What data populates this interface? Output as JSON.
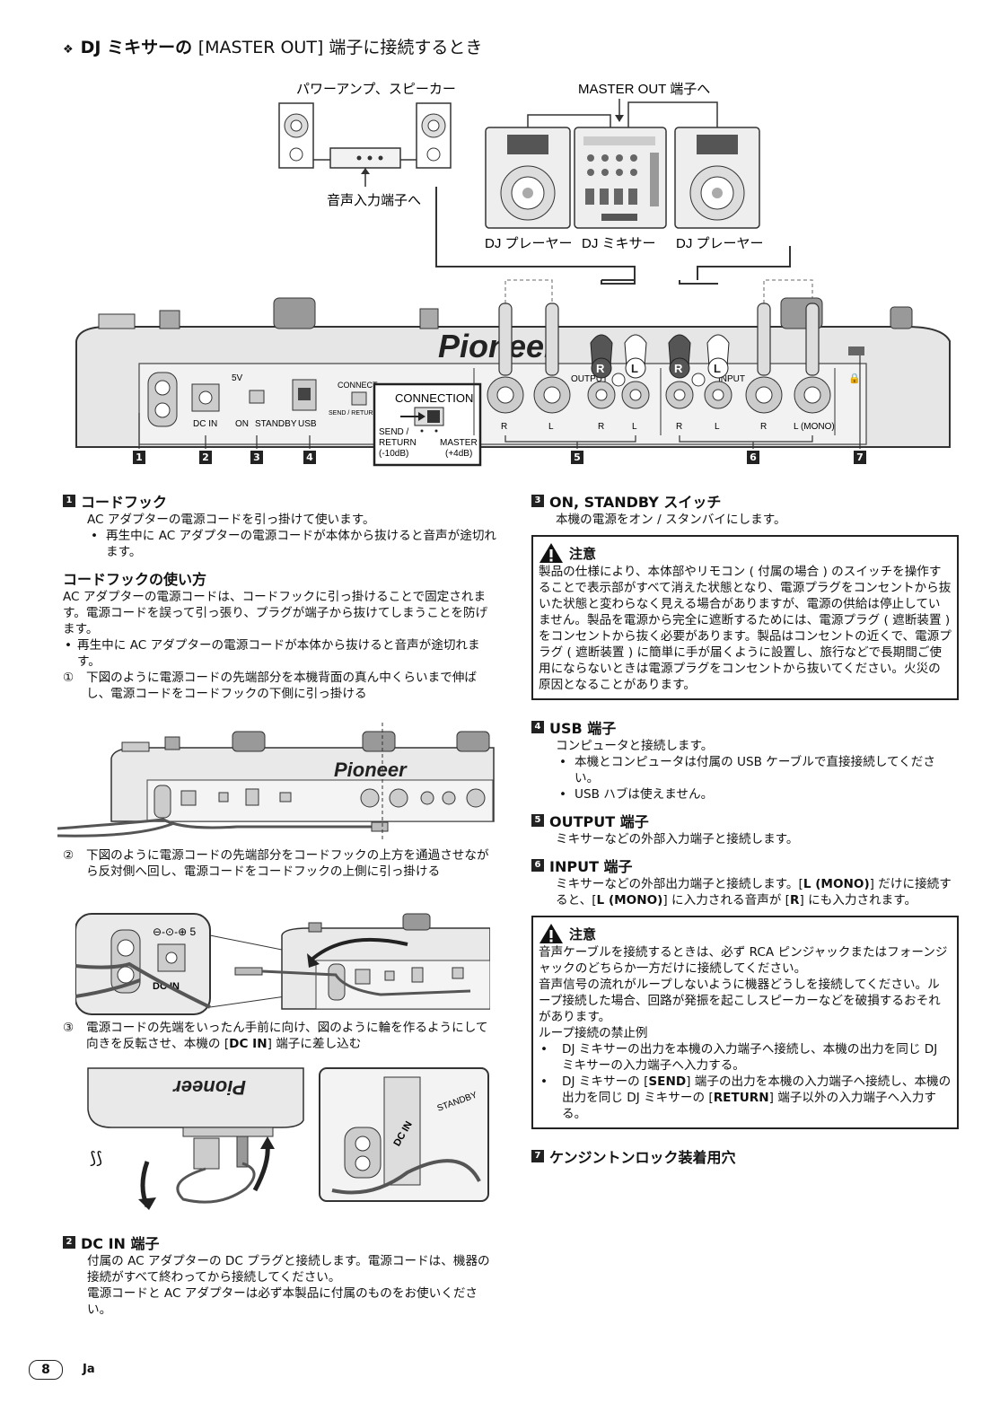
{
  "heading": {
    "symbol": "❖",
    "bold": "DJ ミキサーの",
    "light": "[MASTER OUT] 端子に接続するとき"
  },
  "diagram": {
    "speaker_label": "パワーアンプ、スピーカー",
    "master_label": "MASTER OUT 端子へ",
    "audio_in_label": "音声入力端子へ",
    "player_left": "DJ プレーヤー",
    "mixer": "DJ ミキサー",
    "player_right": "DJ プレーヤー",
    "brand": "Pioneer",
    "panel_5v": "5V",
    "panel_dcin": "DC IN",
    "panel_on": "ON",
    "panel_standby": "STANDBY",
    "panel_usb": "USB",
    "panel_connect": "CONNECT",
    "panel_send_small": "SEND / RETURN (-10dB)",
    "conn_title": "CONNECTION",
    "conn_send": "SEND /",
    "conn_return": "RETURN",
    "conn_send_db": "(-10dB)",
    "conn_master": "MASTER",
    "conn_master_db": "(+4dB)",
    "output_label": "OUTPUT",
    "input_label": "INPUT",
    "plug_r": "R",
    "plug_l": "L",
    "jack_r": "R",
    "jack_l": "L",
    "jack_lmono": "L (MONO)",
    "callouts": [
      "1",
      "2",
      "3",
      "4",
      "5",
      "6",
      "7"
    ]
  },
  "left": {
    "s1_num": "1",
    "s1_title": "コードフック",
    "s1_text": "AC アダプターの電源コードを引っ掛けて使います。",
    "s1_bullet": "再生中に AC アダプターの電源コードが本体から抜けると音声が途切れます。",
    "hook_title": "コードフックの使い方",
    "hook_text": "AC アダプターの電源コードは、コードフックに引っ掛けることで固定されます。電源コードを誤って引っ張り、プラグが端子から抜けてしまうことを防げます。",
    "hook_bullet": "再生中に AC アダプターの電源コードが本体から抜けると音声が途切れます。",
    "step1_mark": "①",
    "step1": "下図のように電源コードの先端部分を本機背面の真ん中くらいまで伸ばし、電源コードをコードフックの下側に引っ掛ける",
    "step2_mark": "②",
    "step2": "下図のように電源コードの先端部分をコードフックの上方を通過させながら反対側へ回し、電源コードをコードフックの上側に引っ掛ける",
    "step3_mark": "③",
    "step3_a": "電源コードの先端をいったん手前に向け、図のように輪を作るようにして向きを反転させ、本機の [",
    "step3_b": "DC IN",
    "step3_c": "] 端子に差し込む",
    "s2_num": "2",
    "s2_title": "DC IN 端子",
    "s2_text1": "付属の AC アダプターの DC プラグと接続します。電源コードは、機器の接続がすべて終わってから接続してください。",
    "s2_text2": "電源コードと AC アダプターは必ず本製品に付属のものをお使いください。"
  },
  "right": {
    "s3_num": "3",
    "s3_title": "ON, STANDBY スイッチ",
    "s3_text": "本機の電源をオン / スタンバイにします。",
    "caution1_title": "注意",
    "caution1_text": "製品の仕様により、本体部やリモコン ( 付属の場合 ) のスイッチを操作することで表示部がすべて消えた状態となり、電源プラグをコンセントから抜いた状態と変わらなく見える場合がありますが、電源の供給は停止していません。製品を電源から完全に遮断するためには、電源プラグ ( 遮断装置 ) をコンセントから抜く必要があります。製品はコンセントの近くで、電源プラグ ( 遮断装置 ) に簡単に手が届くように設置し、旅行などで長期間ご使用にならないときは電源プラグをコンセントから抜いてください。火災の原因となることがあります。",
    "s4_num": "4",
    "s4_title": "USB 端子",
    "s4_text": "コンピュータと接続します。",
    "s4_b1": "本機とコンピュータは付属の USB ケーブルで直接接続してください。",
    "s4_b2": "USB ハブは使えません。",
    "s5_num": "5",
    "s5_title": "OUTPUT 端子",
    "s5_text": "ミキサーなどの外部入力端子と接続します。",
    "s6_num": "6",
    "s6_title": "INPUT 端子",
    "s6_a": "ミキサーなどの外部出力端子と接続します。[",
    "s6_b": "L (MONO)",
    "s6_c": "] だけに接続すると、[",
    "s6_d": "L (MONO)",
    "s6_e": "] に入力される音声が [",
    "s6_f": "R",
    "s6_g": "] にも入力されます。",
    "caution2_title": "注意",
    "caution2_p1": "音声ケーブルを接続するときは、必ず RCA ピンジャックまたはフォーンジャックのどちらか一方だけに接続してください。",
    "caution2_p2": "音声信号の流れがループしないように機器どうしを接続してください。ループ接続した場合、回路が発振を起こしスピーカーなどを破損するおそれがあります。",
    "caution2_p3": "ループ接続の禁止例",
    "caution2_b1": "DJ ミキサーの出力を本機の入力端子へ接続し、本機の出力を同じ DJ ミキサーの入力端子へ入力する。",
    "caution2_b2_a": "DJ ミキサーの [",
    "caution2_b2_b": "SEND",
    "caution2_b2_c": "] 端子の出力を本機の入力端子へ接続し、本機の出力を同じ DJ ミキサーの [",
    "caution2_b2_d": "RETURN",
    "caution2_b2_e": "] 端子以外の入力端子へ入力する。",
    "s7_num": "7",
    "s7_title": "ケンジントンロック装着用穴"
  },
  "footer": {
    "page": "8",
    "lang": "Ja"
  }
}
